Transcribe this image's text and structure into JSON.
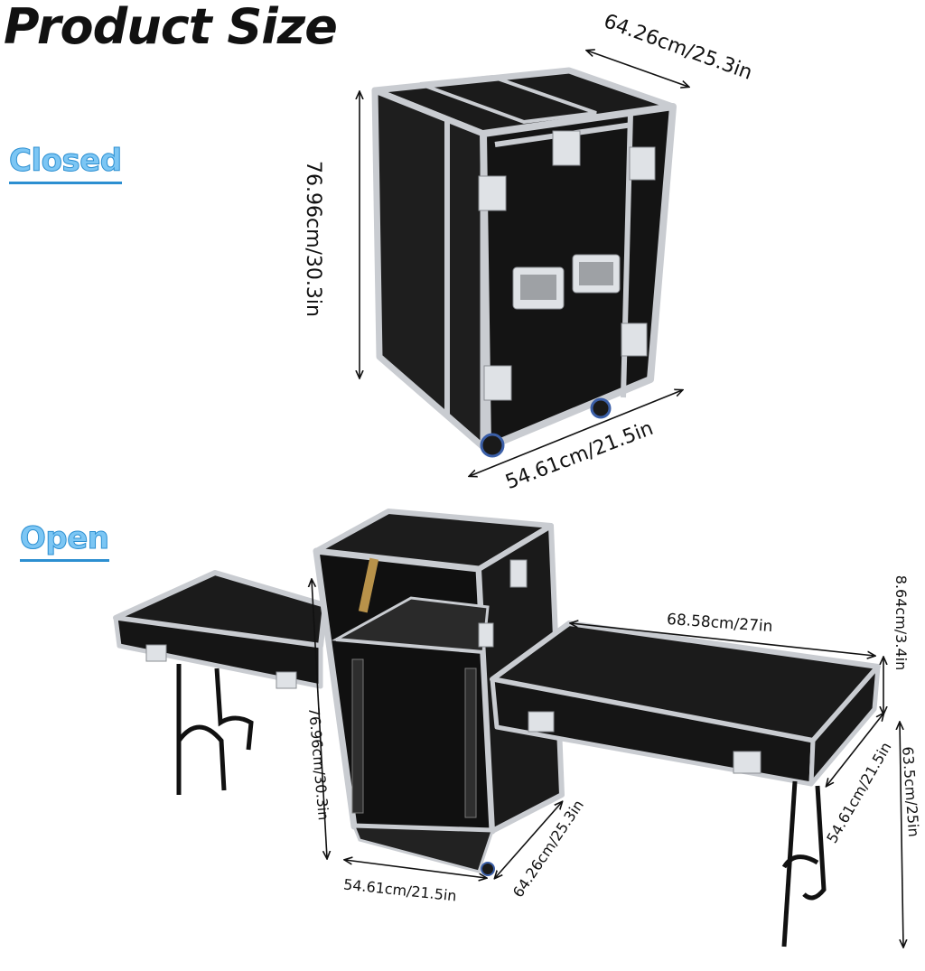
{
  "title": "Product Size",
  "labels": {
    "closed": "Closed",
    "open": "Open"
  },
  "dimensions": {
    "closed_width_top": "64.26cm/25.3in",
    "closed_height": "76.96cm/30.3in",
    "closed_depth": "54.61cm/21.5in",
    "open_table_length": "68.58cm/27in",
    "open_table_thickness": "8.64cm/3.4in",
    "open_table_height": "63.5cm/25in",
    "open_table_depth": "54.61cm/21.5in",
    "open_rack_height": "76.96cm/30.3in",
    "open_rack_depth": "64.26cm/25.3in",
    "open_rack_width": "54.61cm/21.5in"
  },
  "colors": {
    "case_body": "#161616",
    "aluminum_trim": "#c9ccd1",
    "hardware": "#dfe2e6",
    "label_blue": "#2c8fd1"
  }
}
